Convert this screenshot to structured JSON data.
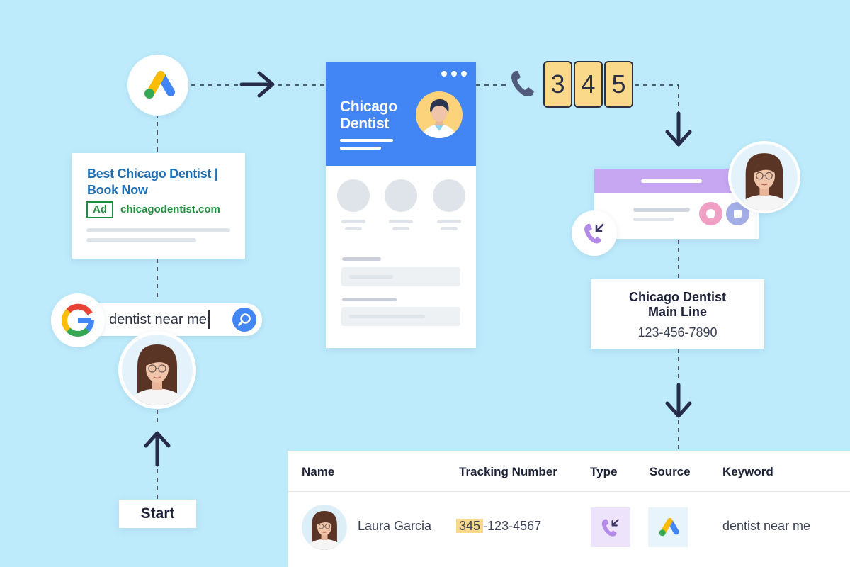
{
  "ad": {
    "headline": "Best Chicago Dentist | Book Now",
    "badge": "Ad",
    "url": "chicagodentist.com"
  },
  "search": {
    "query": "dentist near me"
  },
  "start_label": "Start",
  "profile": {
    "title_line1": "Chicago",
    "title_line2": "Dentist"
  },
  "tracking_digits": [
    "3",
    "4",
    "5"
  ],
  "dialed_number": {
    "name_line1": "Chicago Dentist",
    "name_line2": "Main Line",
    "phone": "123-456-7890"
  },
  "table": {
    "headers": [
      "Name",
      "Tracking Number",
      "Type",
      "Source",
      "Keyword"
    ],
    "row": {
      "name": "Laura Garcia",
      "tracking_prefix": "345",
      "tracking_rest": "-123-4567",
      "keyword": "dentist near me"
    }
  },
  "colors": {
    "background": "#bdebfb",
    "accent_blue": "#4285f4",
    "highlight_yellow": "#fbd98a",
    "call_purple": "#c7a6f2",
    "ad_green": "#1e8e3e",
    "headline_blue": "#1f6fb5"
  }
}
